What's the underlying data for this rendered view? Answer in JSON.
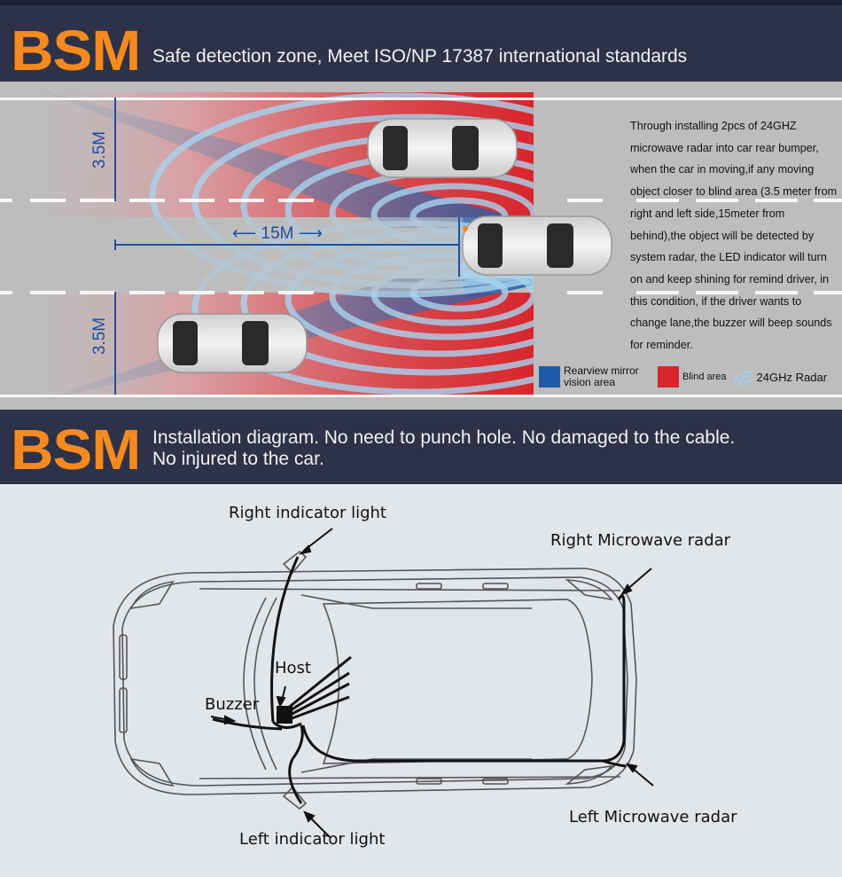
{
  "section1": {
    "badge": "BSM",
    "heading": "Safe detection zone,  Meet ISO/NP 17387 international standards"
  },
  "detection_diagram": {
    "dimensions": {
      "side_distance_top": "3.5M",
      "side_distance_bottom": "3.5M",
      "rear_distance": "⟵ 15M ⟶"
    },
    "description": "Through installing 2pcs of 24GHZ microwave radar into car rear bumper, when the car in moving,if any moving object closer to blind area (3.5 meter from right and left side,15meter from behind),the object will be detected by  system radar, the LED indicator will turn on and keep shining for remind driver, in this condition, if the driver wants to change lane,the buzzer will beep sounds for reminder.",
    "legend": [
      {
        "label": "Rearview mirror vision area",
        "color": "#1e5aa8",
        "icon": "blue-swatch"
      },
      {
        "label": "Blind area",
        "color": "#d8262c",
        "icon": "red-swatch"
      },
      {
        "label": "24GHz Radar",
        "color": "#9fd0ee",
        "icon": "radar-wave-icon"
      }
    ],
    "colors": {
      "road": "#bdbdbd",
      "blind_area": "#d8262c",
      "mirror_area": "#1e5aa8",
      "radar": "#9fd0ee",
      "dimension_line": "#1d4fa0"
    }
  },
  "section2": {
    "badge": "BSM",
    "heading": "Installation diagram. No need to punch hole. No damaged to the cable.\nNo injured to the car."
  },
  "installation_diagram": {
    "callouts": {
      "right_indicator": "Right indicator light",
      "right_radar": "Right Microwave radar",
      "host": "Host",
      "buzzer": "Buzzer",
      "left_indicator": "Left indicator light",
      "left_radar": "Left Microwave radar"
    }
  }
}
